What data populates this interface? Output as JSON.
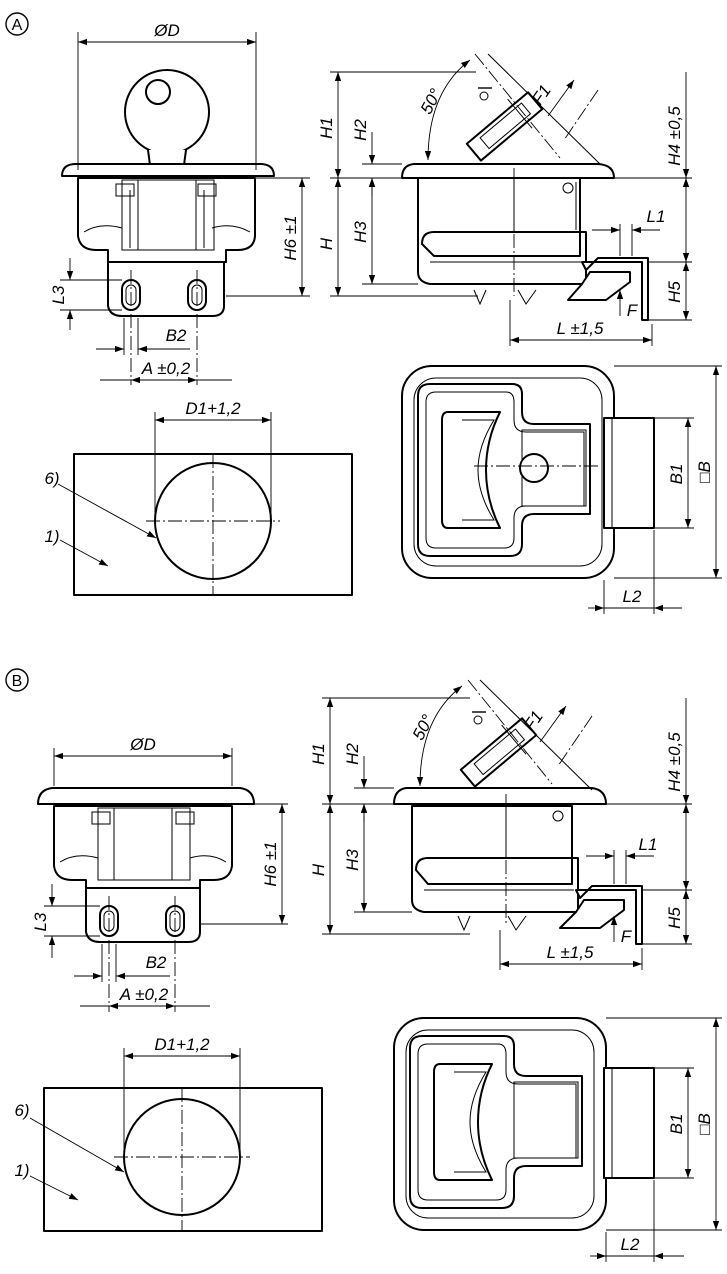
{
  "sections": [
    {
      "id": "A",
      "marker": "A",
      "dims": {
        "od": "ØD",
        "h6": "H6 ±1",
        "l3": "L3",
        "b2": "B2",
        "a": "A ±0,2",
        "h1": "H1",
        "h2": "H2",
        "h": "H",
        "h3": "H3",
        "angle": "50°",
        "f1": "F1",
        "h4": "H4 ±0,5",
        "l1": "L1",
        "h5": "H5",
        "f": "F",
        "l": "L ±1,5",
        "d1": "D1+1,2",
        "note6": "6)",
        "note1": "1)",
        "b1": "B1",
        "b": "□B",
        "l2": "L2"
      }
    },
    {
      "id": "B",
      "marker": "B",
      "dims": {
        "od": "ØD",
        "h6": "H6 ±1",
        "l3": "L3",
        "b2": "B2",
        "a": "A ±0,2",
        "h1": "H1",
        "h2": "H2",
        "h": "H",
        "h3": "H3",
        "angle": "50°",
        "f1": "F1",
        "h4": "H4 ±0,5",
        "l1": "L1",
        "h5": "H5",
        "f": "F",
        "l": "L ±1,5",
        "d1": "D1+1,2",
        "note6": "6)",
        "note1": "1)",
        "b1": "B1",
        "b": "□B",
        "l2": "L2"
      }
    }
  ]
}
